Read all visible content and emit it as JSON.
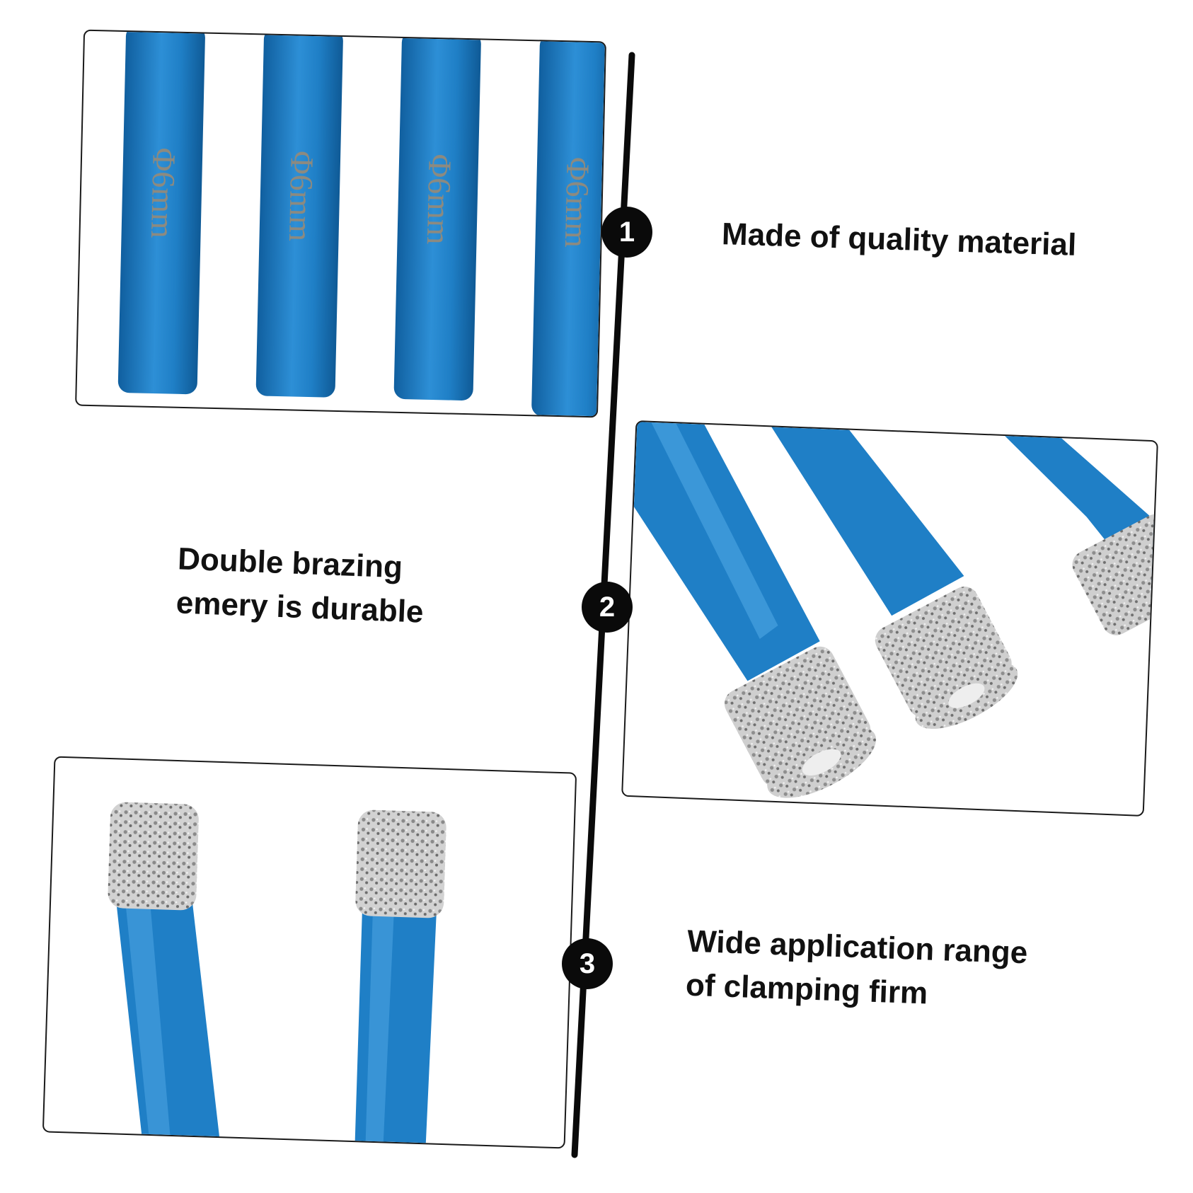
{
  "features": [
    {
      "number": "1",
      "text": "Made of quality material"
    },
    {
      "number": "2",
      "text": "Double brazing\nemery is durable"
    },
    {
      "number": "3",
      "text": "Wide application range\nof clamping firm"
    }
  ],
  "panels": {
    "shank_marking": "Φ6mm"
  },
  "colors": {
    "shank_blue": "#1f7fc6",
    "shank_highlight": "#5fb4ec",
    "emery_grey": "#c8c8c8",
    "divider": "#0a0a0a"
  }
}
